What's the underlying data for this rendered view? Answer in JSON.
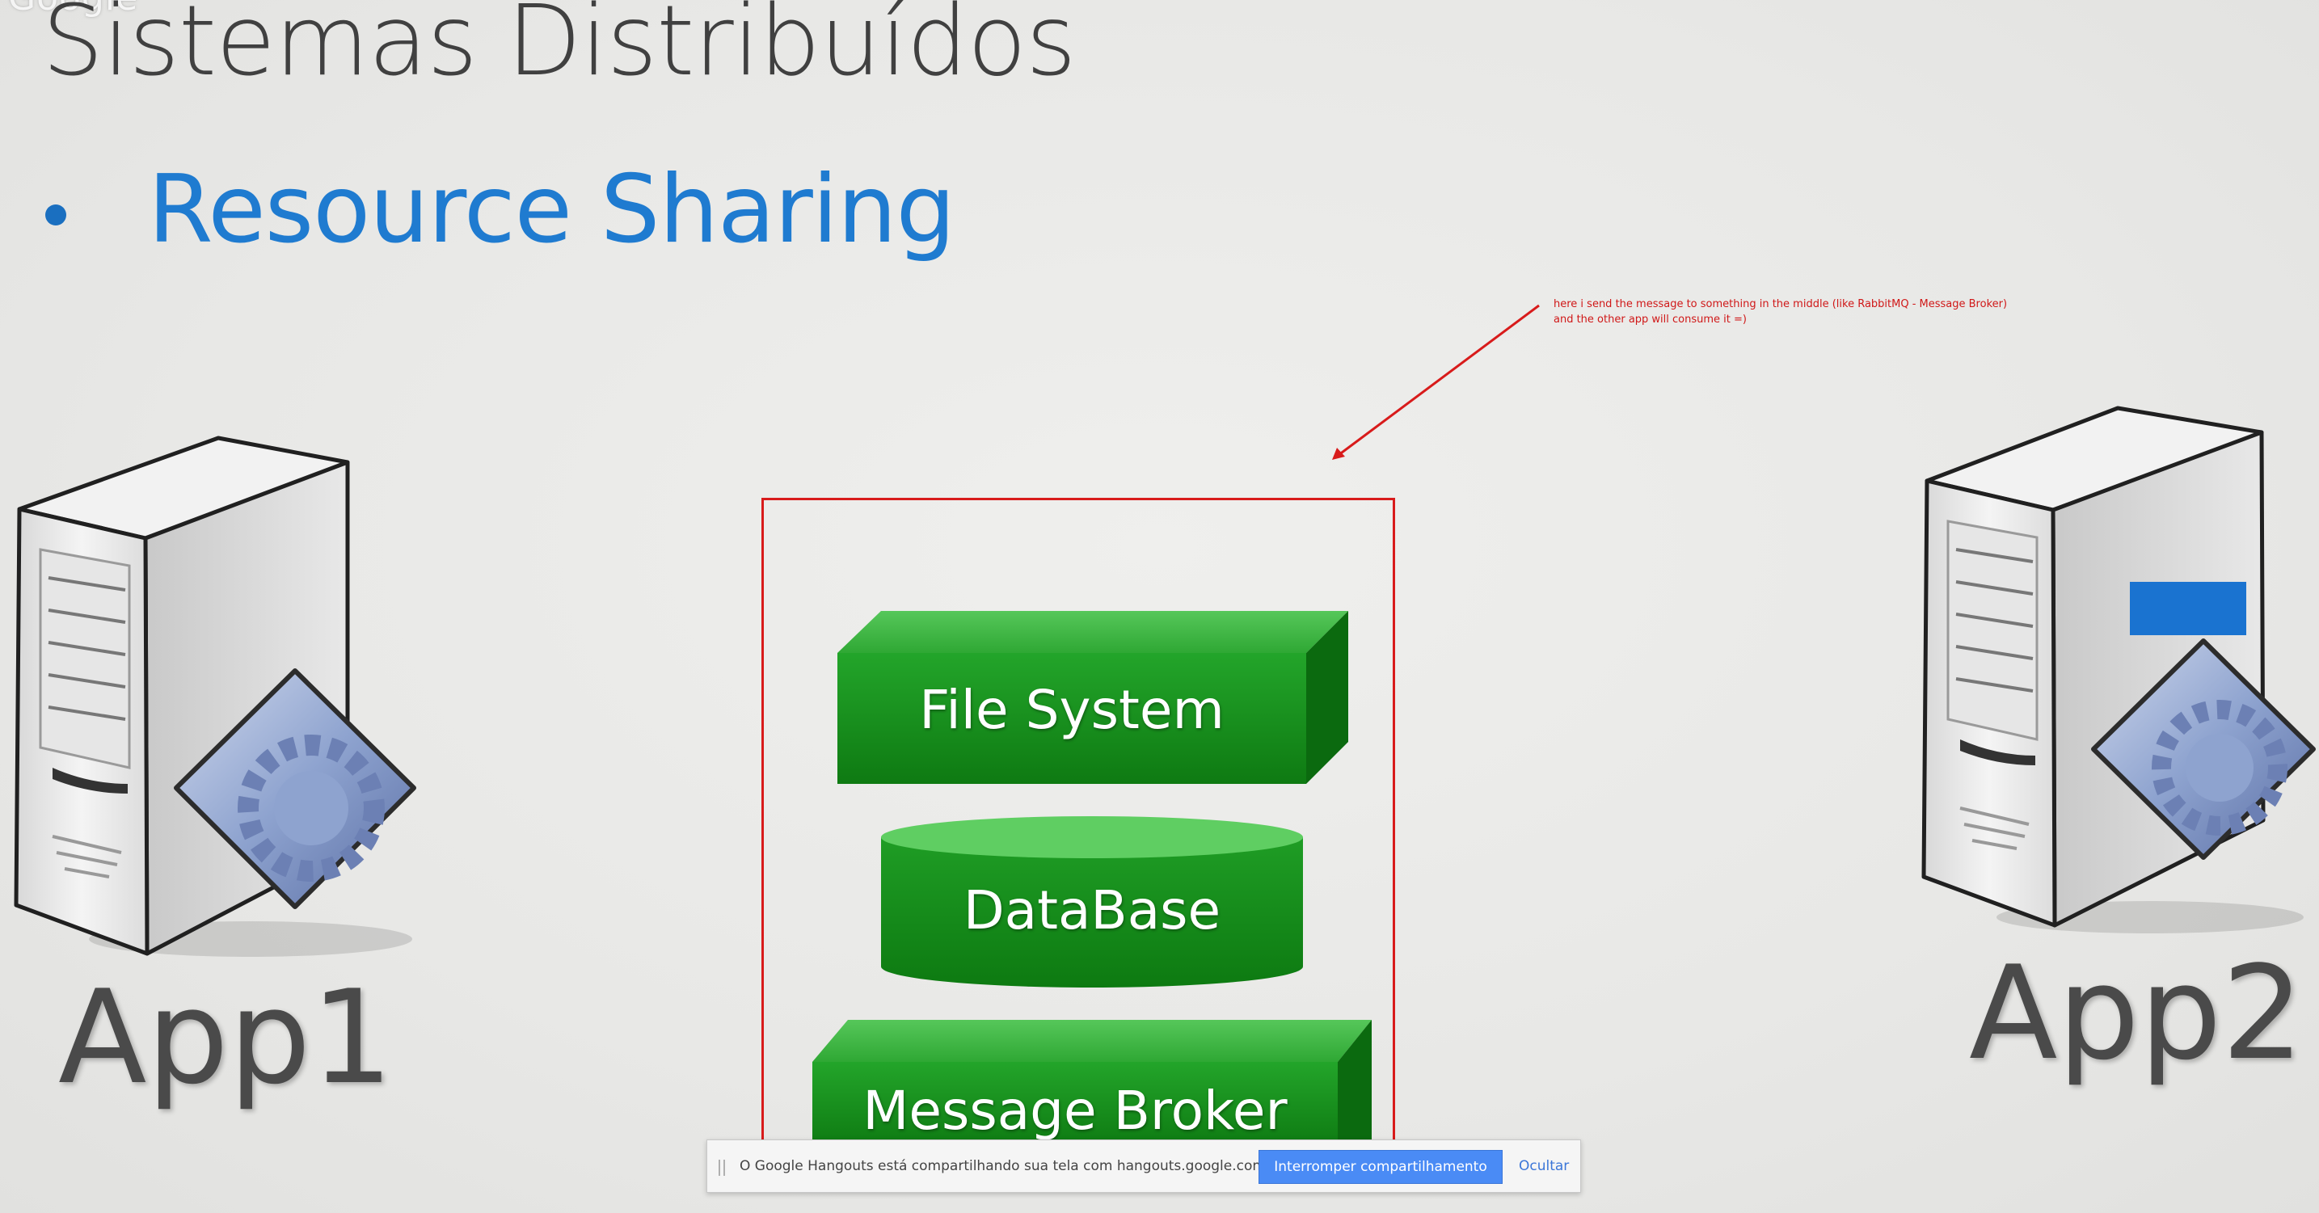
{
  "slide": {
    "logo_text": "Google",
    "title": "Sistemas Distribuídos",
    "bullet": "Resource Sharing"
  },
  "annotation": {
    "line1": "here i send the message to something in the middle (like RabbitMQ - Message Broker)",
    "line2": "and the other app will consume it =)",
    "color": "#d01818"
  },
  "apps": {
    "left_label": "App1",
    "right_label": "App2"
  },
  "resources": {
    "file_system": "File System",
    "database": "DataBase",
    "message_broker": "Message Broker",
    "color": "#128a16"
  },
  "share_bar": {
    "message": "O Google Hangouts está compartilhando sua tela com hangouts.google.com.",
    "stop_button": "Interromper compartilhamento",
    "hide_button": "Ocultar"
  },
  "icons": [
    "server-icon",
    "gear-diamond-icon",
    "arrow-icon",
    "grip-icon"
  ]
}
